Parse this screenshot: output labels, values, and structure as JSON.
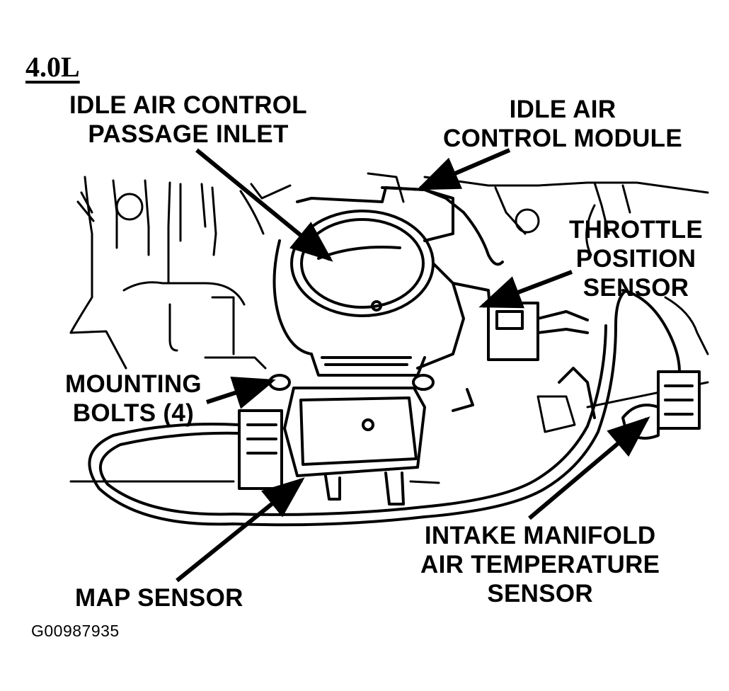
{
  "engine": "4.0L",
  "figure_id": "G00987935",
  "callouts": {
    "iac_passage_inlet": [
      "IDLE AIR CONTROL",
      "PASSAGE INLET"
    ],
    "iac_module": [
      "IDLE AIR",
      "CONTROL MODULE"
    ],
    "tps": [
      "THROTTLE",
      "POSITION",
      "SENSOR"
    ],
    "mounting_bolts": [
      "MOUNTING",
      "BOLTS (4)"
    ],
    "map_sensor": [
      "MAP SENSOR"
    ],
    "iat_sensor": [
      "INTAKE MANIFOLD",
      "AIR TEMPERATURE",
      "SENSOR"
    ]
  }
}
